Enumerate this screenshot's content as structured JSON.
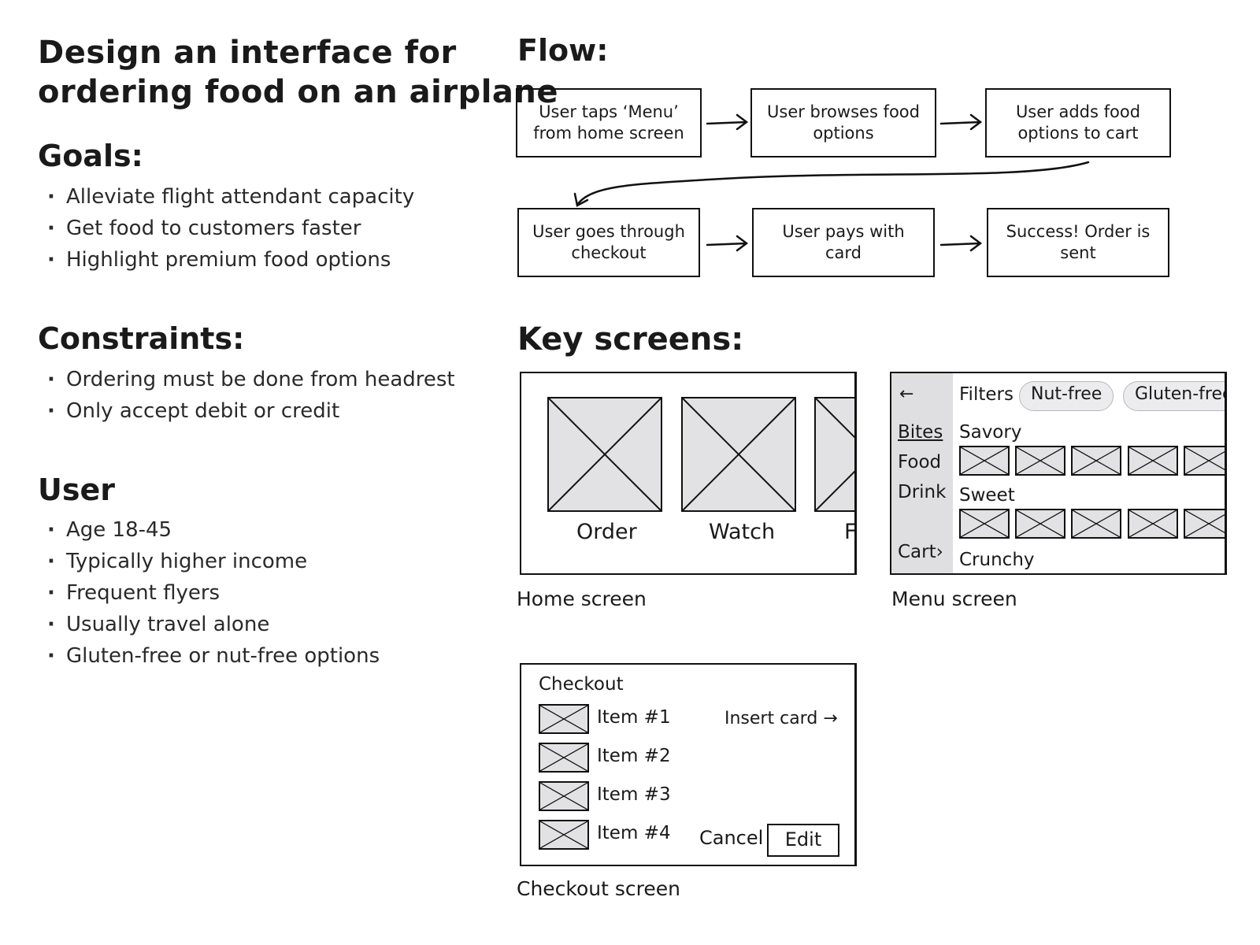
{
  "title": {
    "line1": "Design an interface for",
    "line2": "ordering food on an airplane"
  },
  "goals": {
    "heading": "Goals:",
    "items": [
      "Alleviate flight attendant capacity",
      "Get food to customers faster",
      "Highlight premium food options"
    ]
  },
  "constraints": {
    "heading": "Constraints:",
    "items": [
      "Ordering must be done from headrest",
      "Only accept debit or credit"
    ]
  },
  "user": {
    "heading": "User",
    "items": [
      "Age 18-45",
      "Typically higher income",
      "Frequent flyers",
      "Usually travel alone",
      "Gluten-free or nut-free options"
    ]
  },
  "flow": {
    "heading": "Flow:",
    "steps": [
      {
        "line1": "User taps ‘Menu’",
        "line2": "from home screen"
      },
      {
        "line1": "User browses food",
        "line2": "options"
      },
      {
        "line1": "User adds food",
        "line2": "options to cart"
      },
      {
        "line1": "User goes through",
        "line2": "checkout"
      },
      {
        "line1": "User pays with",
        "line2": "card"
      },
      {
        "line1": "Success! Order is",
        "line2": "sent"
      }
    ],
    "arrow_icon": "arrow-right-icon"
  },
  "key_screens": {
    "heading": "Key screens:",
    "home": {
      "caption": "Home screen",
      "tiles": [
        "Order",
        "Watch",
        "F"
      ]
    },
    "menu": {
      "caption": "Menu screen",
      "back_icon": "←",
      "nav": [
        "Bites",
        "Food",
        "Drink"
      ],
      "cart": "Cart›",
      "filters_label": "Filters",
      "chips": [
        "Nut-free",
        "Gluten-free"
      ],
      "rows": [
        "Savory",
        "Sweet",
        "Crunchy"
      ]
    },
    "checkout": {
      "caption": "Checkout screen",
      "title": "Checkout",
      "items": [
        "Item #1",
        "Item #2",
        "Item #3",
        "Item #4"
      ],
      "insert_card": "Insert card →",
      "cancel": "Cancel",
      "edit": "Edit"
    }
  },
  "colors": {
    "placeholder_fill": "#e2e2e5",
    "sidebar_fill": "#dfdfe2",
    "ink": "#111111"
  }
}
